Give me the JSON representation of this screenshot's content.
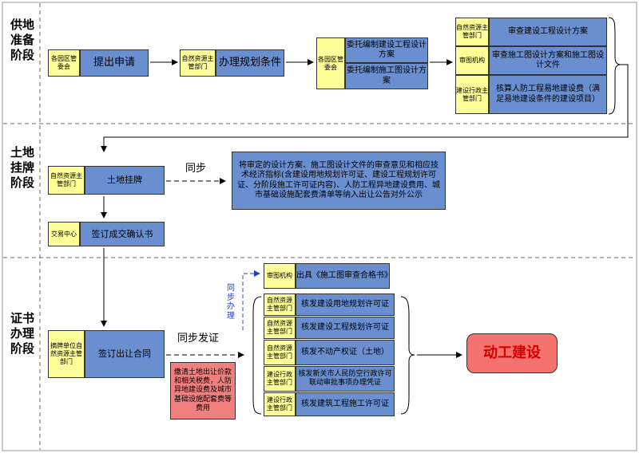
{
  "stages": [
    {
      "label": "供地准备阶段"
    },
    {
      "label": "土地挂牌阶段"
    },
    {
      "label": "证书办理阶段"
    }
  ],
  "nodes": {
    "a_org": "各园区管委会",
    "a_act": "提出申请",
    "b_org": "自然资源主管部门",
    "b_act": "办理规划条件",
    "c_org": "各园区管委会",
    "c_act1": "委托编制建设工程设计方案",
    "c_act2": "委托编制施工图设计方案",
    "d1_org": "自然资源主管部门",
    "d1_act": "审查建设工程设计方案",
    "d2_org": "审图机构",
    "d2_act": "审查施工图设计方案和施工图设计文件",
    "d3_org": "建设行政主管部门",
    "d3_act": "核算人防工程易地建设费（满足易地建设条件的建设项目）",
    "e_org": "自然资源主管部门",
    "e_act": "土地挂牌",
    "e_sync": "同步",
    "e_note": "将审定的设计方案、施工图设计文件的审查意见和相应技术经济指标(含建设用地规划许可证、建设工程规划许可证、分阶段施工许可证内容)、人防工程异地建设费用、城市基础设施配套费清单等纳入出让公告对外公示",
    "f_org": "交易中心",
    "f_act": "签订成交确认书",
    "g_org": "摘牌单位自然资源主管部门",
    "g_act": "签订出让合同",
    "g_sync": "同步发证",
    "g_fee": "缴清土地出让价款和相关税费，人防异地建设费及城市基础设施配套费等费用",
    "h_sync": "同步办理",
    "h0_org": "审图机构",
    "h0_act": "出具《施工图审查合格书》",
    "h1_org": "自然资源主管部门",
    "h1_act": "核发建设用地规划许可证",
    "h2_org": "自然资源主管部门",
    "h2_act": "核发建设工程规划许可证",
    "h3_org": "自然资源主管部门",
    "h3_act": "核发不动产权证（土地）",
    "h4_org": "建设行政主管部门",
    "h4_act": "核发新关市人民防空行政许可联动审批事项办理凭证",
    "h5_org": "建设行政主管部门",
    "h5_act": "核发建筑工程施工许可证",
    "final": "动工建设"
  },
  "colors": {
    "org_fill": "#ffff99",
    "action_fill": "#6a8fd0",
    "fee_fill": "#f08080",
    "final_fill": "#f4736f",
    "final_text": "#d40000",
    "sync_arrow": "#1f3fbf"
  }
}
